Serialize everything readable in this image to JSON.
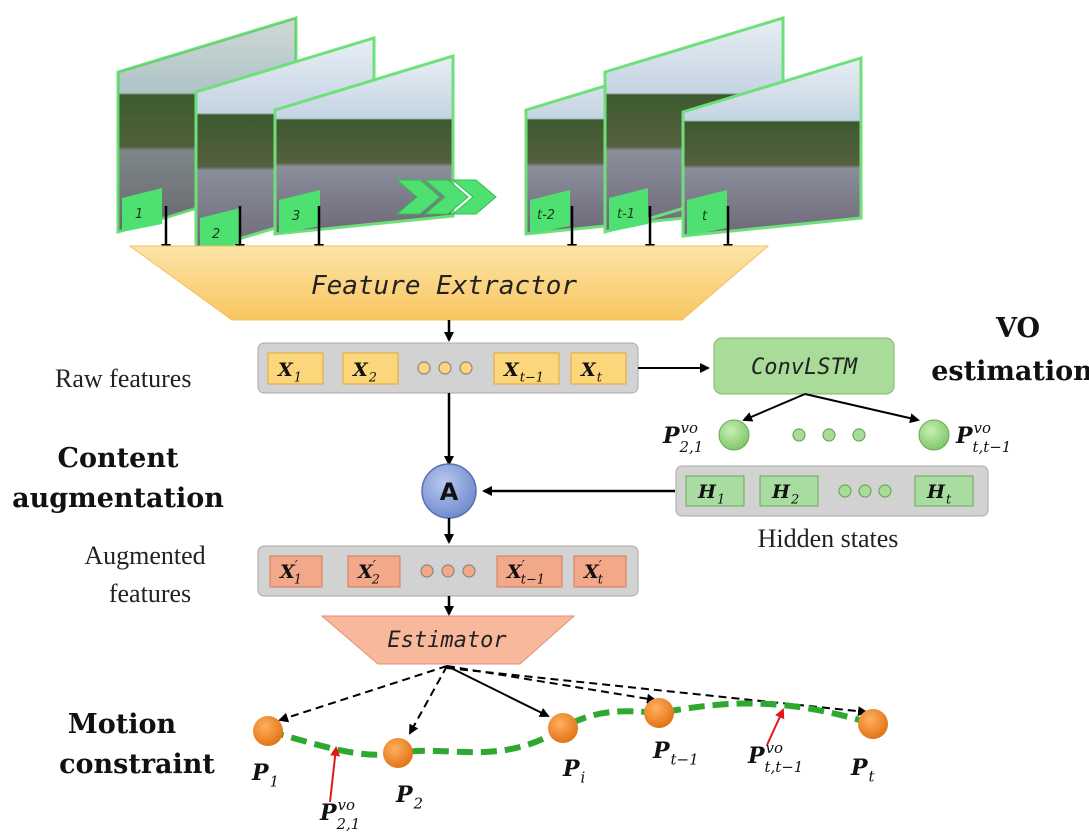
{
  "frames_left": [
    "1",
    "2",
    "3"
  ],
  "frames_right": [
    "t-2",
    "t-1",
    "t"
  ],
  "feature_extractor": "Feature Extractor",
  "raw_features_label": "Raw features",
  "vo_estimation_label": [
    "VO",
    "estimation"
  ],
  "convlstm_label": "ConvLSTM",
  "content_augmentation_label": [
    "Content",
    "augmentation"
  ],
  "attention_node_label": "A",
  "hidden_states_label": "Hidden states",
  "augmented_features_label": [
    "Augmented",
    "features"
  ],
  "estimator_label": "Estimator",
  "motion_constraint_label": [
    "Motion",
    "constraint"
  ],
  "raw_feature_cells": [
    {
      "base": "X",
      "sub": "1"
    },
    {
      "base": "X",
      "sub": "2"
    },
    {
      "base": "X",
      "sub": "t−1"
    },
    {
      "base": "X",
      "sub": "t"
    }
  ],
  "hidden_cells": [
    {
      "base": "H",
      "sub": "1"
    },
    {
      "base": "H",
      "sub": "2"
    },
    {
      "base": "H",
      "sub": "t"
    }
  ],
  "augmented_cells": [
    {
      "base": "X",
      "sub": "1"
    },
    {
      "base": "X",
      "sub": "2"
    },
    {
      "base": "X",
      "sub": "t−1"
    },
    {
      "base": "X",
      "sub": "t"
    }
  ],
  "vo_outputs": [
    {
      "base": "P",
      "sub": "2,1",
      "sup": "vo"
    },
    {
      "base": "P",
      "sub": "t,t−1",
      "sup": "vo"
    }
  ],
  "poses": [
    {
      "base": "P",
      "sub": "1"
    },
    {
      "base": "P",
      "sub": "2"
    },
    {
      "base": "P",
      "sub": "i"
    },
    {
      "base": "P",
      "sub": "t−1"
    },
    {
      "base": "P",
      "sub": "t"
    }
  ],
  "constraint_labels": [
    {
      "base": "P",
      "sub": "2,1",
      "sup": "vo"
    },
    {
      "base": "P",
      "sub": "t,t−1",
      "sup": "vo"
    }
  ],
  "colors": {
    "frame_border": "#6ee07a",
    "frame_tag": "#4ee070",
    "extractor_fill": "#fcd98a",
    "bar_fill": "#d2d2d2",
    "raw_cell_fill": "#fcd67a",
    "hidden_cell_fill": "#a8dca0",
    "aug_cell_fill": "#f4a88a",
    "convlstm_fill": "#a8dc98",
    "attention_fill": "#8fa8e0",
    "estimator_fill": "#f8b89c",
    "pose_fill": "#f08a2a",
    "trajectory": "#2ea82e",
    "constraint_arrow": "#e01818",
    "chevron": "#4ee070"
  }
}
